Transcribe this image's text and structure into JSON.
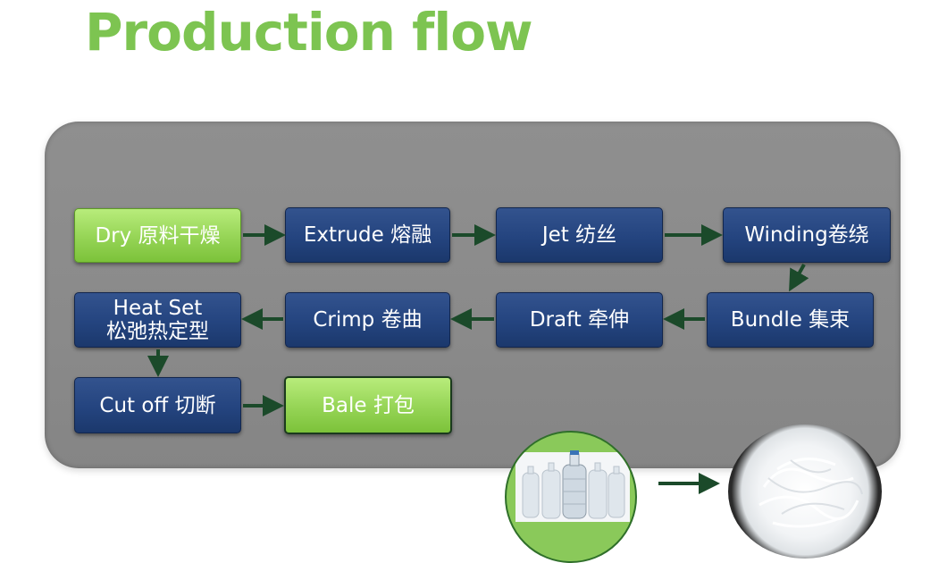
{
  "title": "Production flow",
  "steps": {
    "dry": "Dry 原料干燥",
    "extrude": "Extrude 熔融",
    "jet": "Jet 纺丝",
    "winding": "Winding卷绕",
    "bundle": "Bundle 集束",
    "draft": "Draft  牵伸",
    "crimp": "Crimp  卷曲",
    "heatset_line1": "Heat Set",
    "heatset_line2": "松弛热定型",
    "cutoff": "Cut off 切断",
    "bale": "Bale 打包"
  },
  "colors": {
    "title": "#7dc451",
    "panel": "#8c8c8c",
    "step_blue": "#24447f",
    "step_green": "#95d455",
    "arrow": "#1b4a2a"
  },
  "icons": {
    "bottles": "plastic-bottles-icon",
    "fiber": "polyester-fiber-icon"
  }
}
